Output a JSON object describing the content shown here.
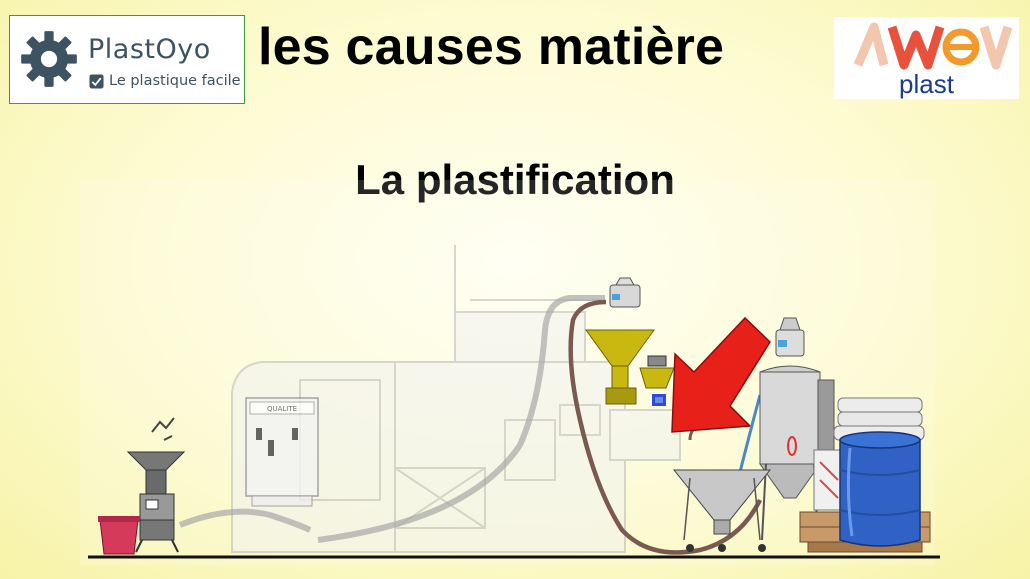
{
  "header": {
    "title": "les causes matière",
    "subtitle": "La plastification"
  },
  "logo_left": {
    "brand": "PlastOyo",
    "tagline": "Le plastique facile",
    "border_color": "#3f9a3f",
    "text_color": "#3d5361"
  },
  "logo_right": {
    "wordmark": "AWEV",
    "text": "plast",
    "colors": [
      "#f2b38f",
      "#e8513c",
      "#f39a2e",
      "#1a3b8f"
    ]
  },
  "scene": {
    "machine_label": "QUALITE",
    "arrow_color": "#e8201a",
    "hopper_color": "#c9b810",
    "barrel_color": "#2f62c4",
    "hose_color": "#7a5a50"
  }
}
